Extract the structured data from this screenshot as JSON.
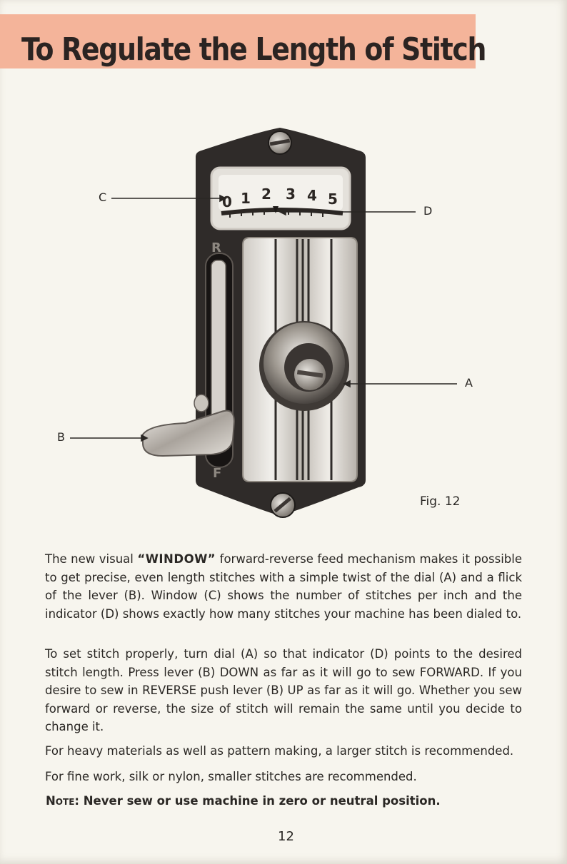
{
  "title": "To Regulate the Length of Stitch",
  "figure": {
    "dial_numbers": [
      "0",
      "1",
      "2",
      "3",
      "4",
      "5"
    ],
    "callouts": {
      "a": "A",
      "b": "B",
      "c": "C",
      "d": "D"
    },
    "lever_marks": {
      "top": "R",
      "bottom": "F"
    },
    "caption": "Fig. 12"
  },
  "paragraphs": {
    "p1_before": "The new visual ",
    "p1_bold": "“WINDOW”",
    "p1_after": " forward-reverse feed mechanism makes it possible to get precise, even length stitches with a simple twist of the dial (A) and a flick of the lever (B). Window (C) shows the number of stitches per inch and the indicator (D) shows exactly how many stitches your machine has been dialed to.",
    "p2": "To set stitch properly, turn dial (A) so that indicator (D) points to the desired stitch length. Press lever (B) DOWN as far as it will go to sew FORWARD. If you desire to sew in REVERSE push lever (B) UP as far as it will go. Whether you sew forward or reverse, the size of stitch will remain the same until you decide to change it.",
    "p3": "For heavy materials as well as pattern making, a larger stitch is recommended.",
    "p4": "For fine work, silk or nylon, smaller stitches are recommended."
  },
  "note": {
    "label": "Note:",
    "text": " Never sew or use machine in zero or neutral position."
  },
  "page_number": "12",
  "colors": {
    "title_band": "#f4b49a",
    "paper": "#f7f5ee",
    "plate": "#2f2b29"
  }
}
